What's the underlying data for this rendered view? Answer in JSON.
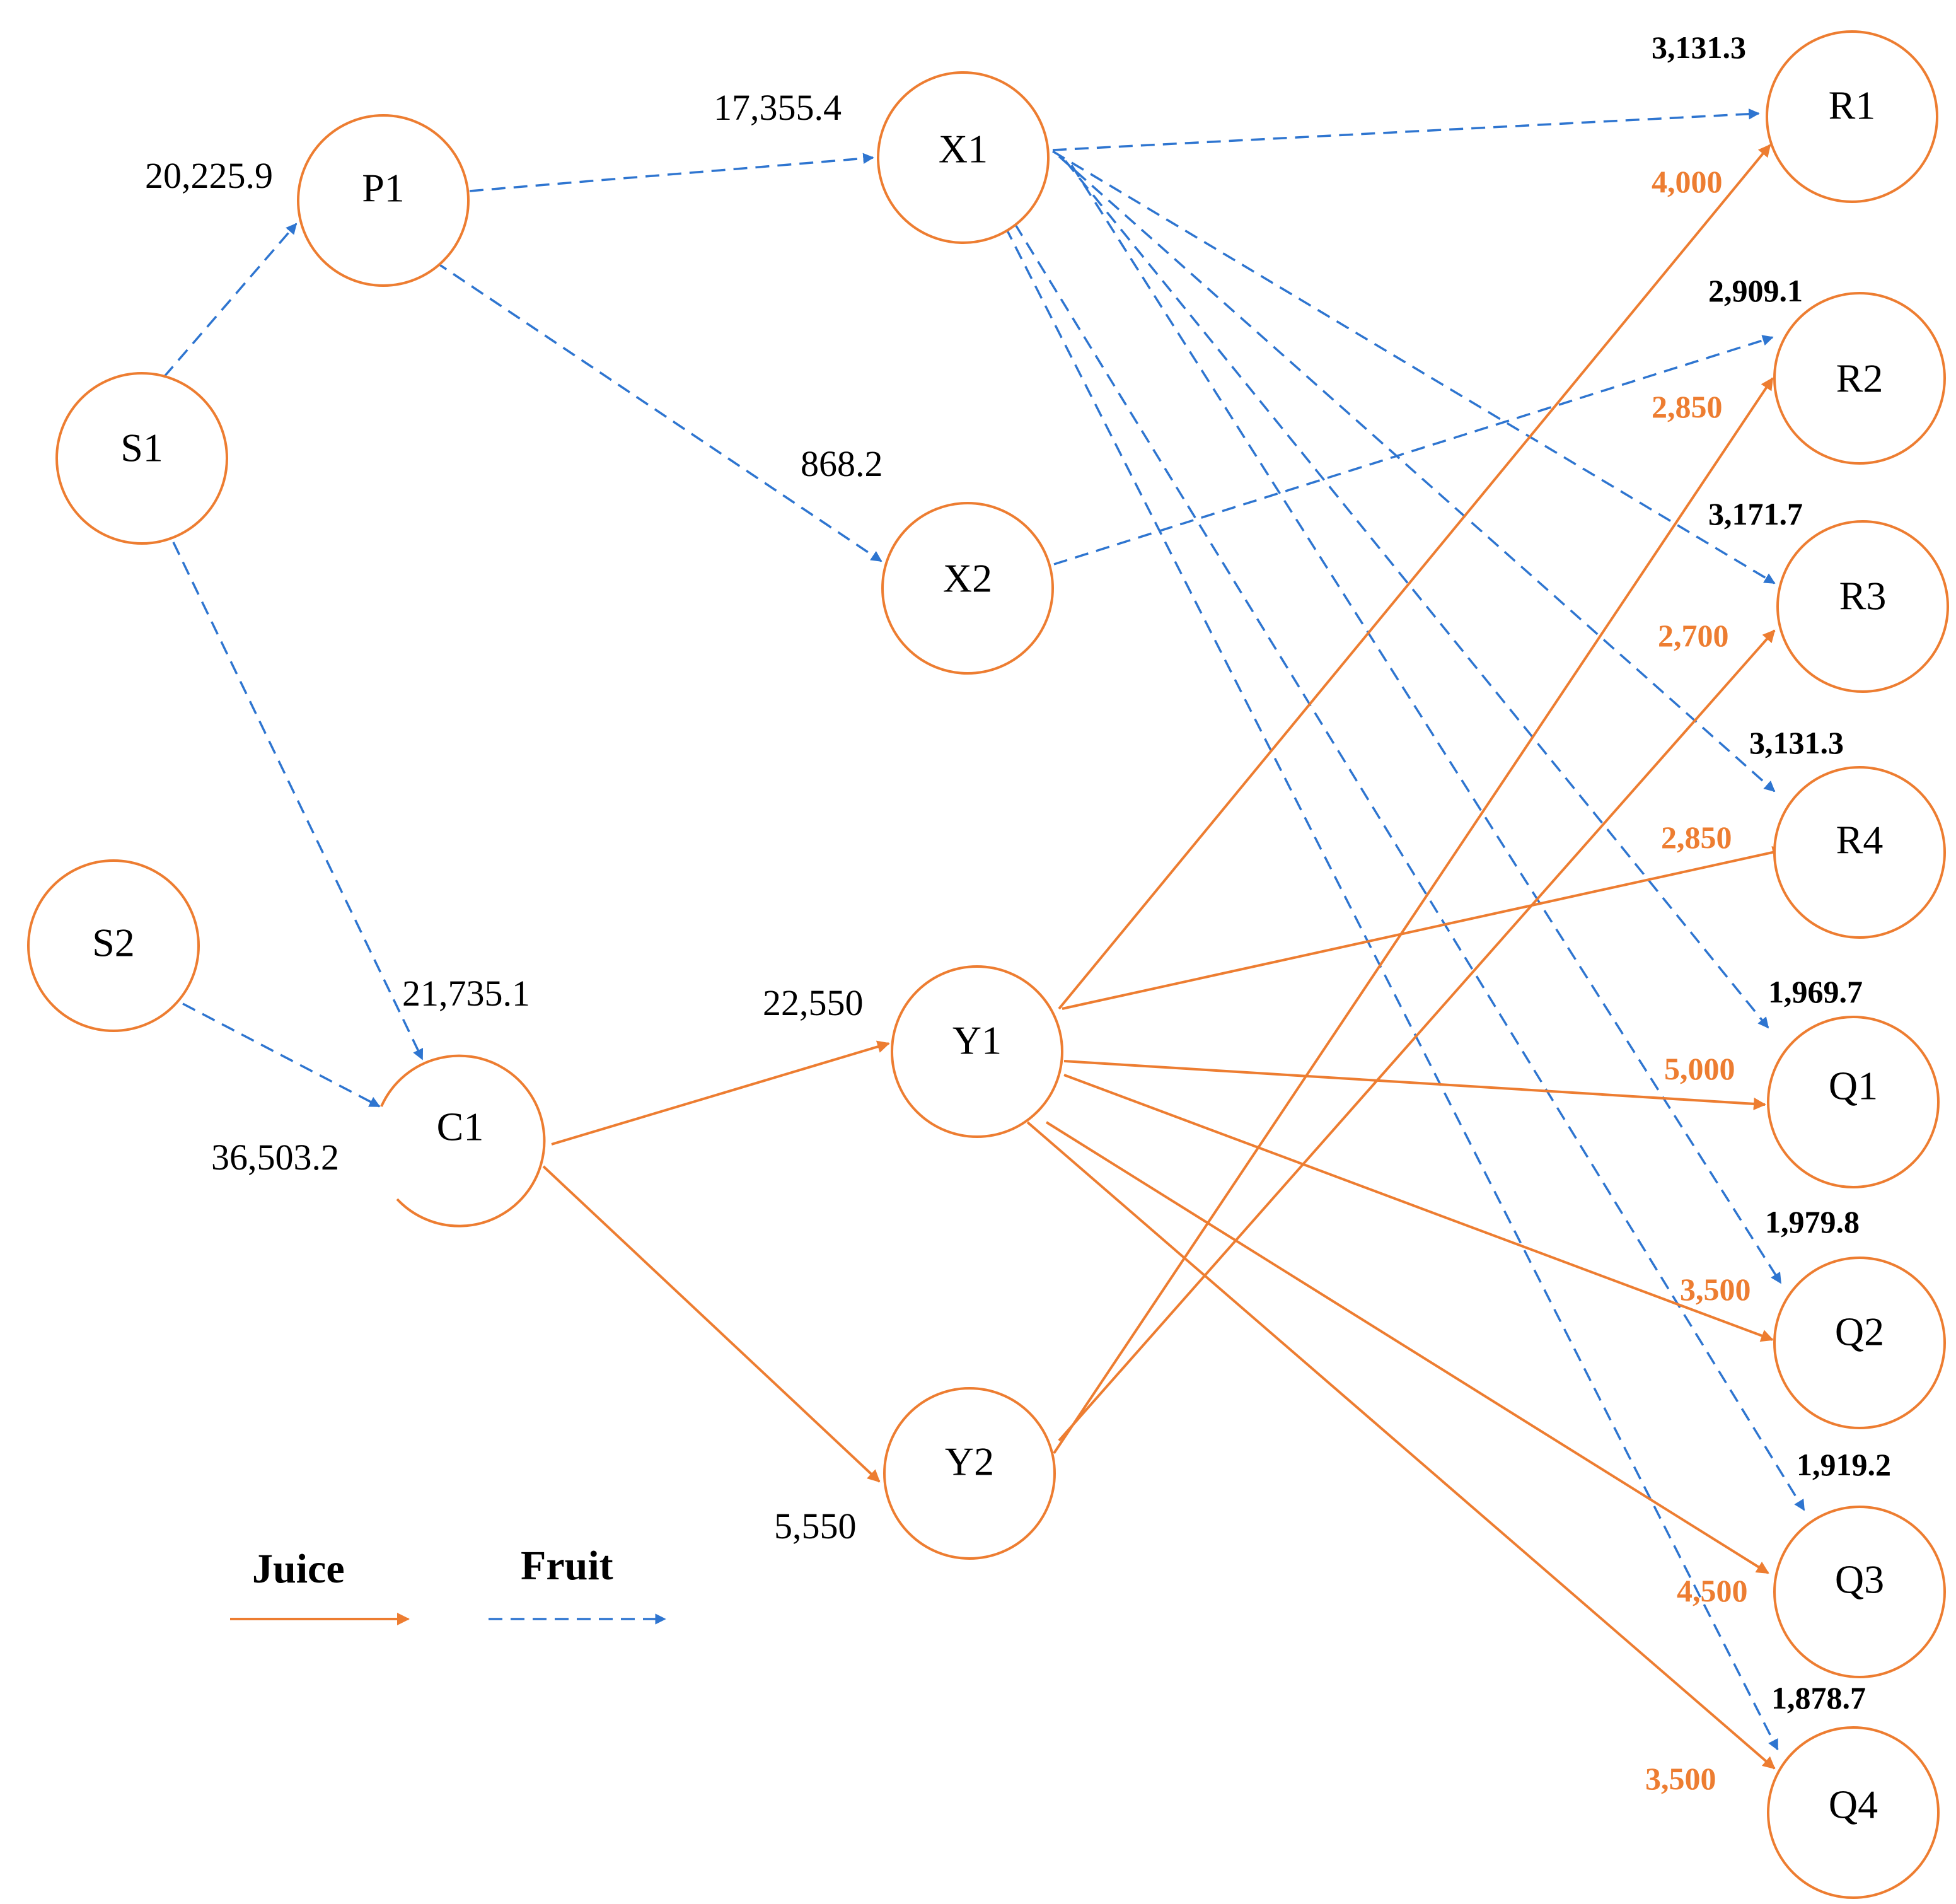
{
  "colors": {
    "juice": "#ED7D31",
    "fruit": "#2E75D0",
    "node_stroke": "#ED7D31"
  },
  "nodes": {
    "S1": "S1",
    "S2": "S2",
    "P1": "P1",
    "C1": "C1",
    "X1": "X1",
    "X2": "X2",
    "Y1": "Y1",
    "Y2": "Y2",
    "R1": "R1",
    "R2": "R2",
    "R3": "R3",
    "R4": "R4",
    "Q1": "Q1",
    "Q2": "Q2",
    "Q3": "Q3",
    "Q4": "Q4"
  },
  "flow_labels": {
    "P1": "20,225.9",
    "C1_from_S1": "21,735.1",
    "C1_from_S2": "36,503.2",
    "X1": "17,355.4",
    "X2": "868.2",
    "Y1": "22,550",
    "Y2": "5,550"
  },
  "fruit_values": {
    "R1": "3,131.3",
    "R2": "2,909.1",
    "R3": "3,171.7",
    "R4": "3,131.3",
    "Q1": "1,969.7",
    "Q2": "1,979.8",
    "Q3": "1,919.2",
    "Q4": "1,878.7"
  },
  "juice_values": {
    "R1": "4,000",
    "R2": "2,850",
    "R3": "2,700",
    "R4": "2,850",
    "Q1": "5,000",
    "Q2": "3,500",
    "Q3": "4,500",
    "Q4": "3,500"
  },
  "legend": {
    "juice": "Juice",
    "fruit": "Fruit"
  }
}
